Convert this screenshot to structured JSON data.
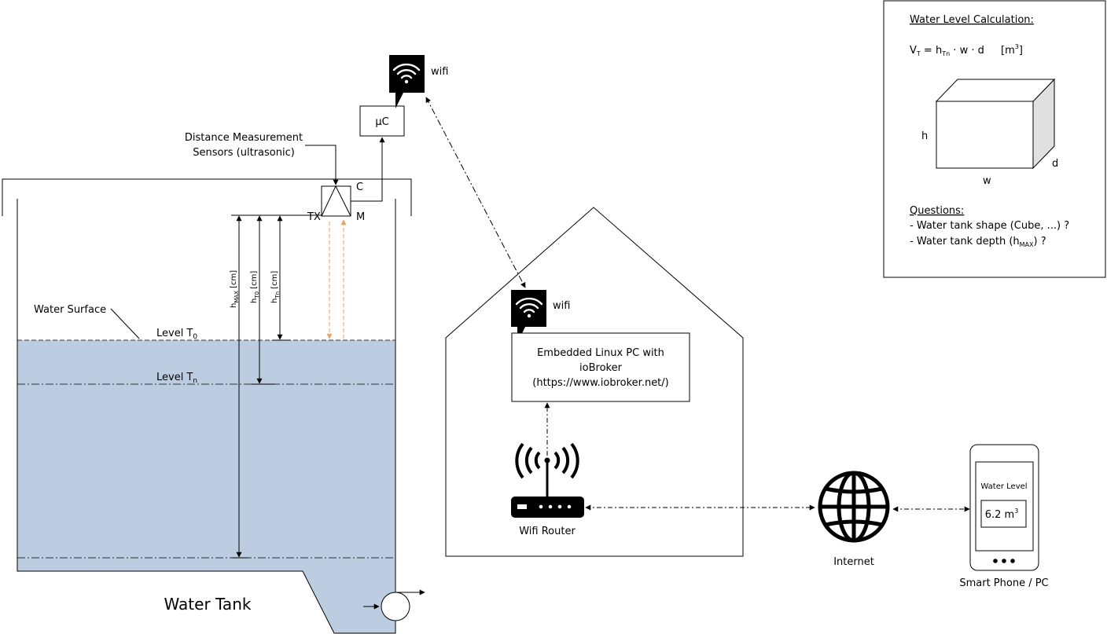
{
  "labels": {
    "distance_sensors_line1": "Distance Measurement",
    "distance_sensors_line2": "Sensors (ultrasonic)",
    "mcu": "µC",
    "wifi_top": "wifi",
    "wifi_house": "wifi",
    "sensor_c": "C",
    "sensor_tx": "TX",
    "sensor_m": "M",
    "water_surface": "Water Surface",
    "level_t0": "Level T",
    "level_t0_sub": "0",
    "level_tn": "Level T",
    "level_tn_sub": "n",
    "h_max": "h",
    "h_max_sub": "MAX",
    "h_max_unit": " [cm]",
    "h_0": "h",
    "h_0_sub": "T0",
    "h_0_unit": " [cm]",
    "h_n": "h",
    "h_n_sub": "Tn",
    "h_n_unit": " [cm]",
    "water_tank": "Water Tank",
    "linux_pc_line1": "Embedded Linux PC with",
    "linux_pc_line2": "ioBroker",
    "linux_pc_line3": "(https://www.iobroker.net/)",
    "wifi_router": "Wifi Router",
    "internet": "Internet",
    "smartphone": "Smart Phone / PC",
    "phone_title": "Water Level",
    "phone_value": "6.2 m",
    "phone_value_sup": "3"
  },
  "calc_box": {
    "title": "Water Level Calculation:",
    "formula_v": "V",
    "formula_v_sub": "T",
    "formula_eq": " = h",
    "formula_h_sub": "Tn",
    "formula_rest": " · w · d",
    "formula_unit": "[m",
    "formula_unit_sup": "3",
    "formula_unit_end": "]",
    "cube_h": "h",
    "cube_w": "w",
    "cube_d": "d",
    "questions_title": "Questions:",
    "q1": "- Water tank shape (Cube, ...) ?",
    "q2_prefix": "- Water tank depth (h",
    "q2_sub": "MAX",
    "q2_suffix": ") ?"
  },
  "colors": {
    "water": "#bccde1",
    "orange": "#f0a060",
    "cube_side": "#e0e0e0"
  }
}
